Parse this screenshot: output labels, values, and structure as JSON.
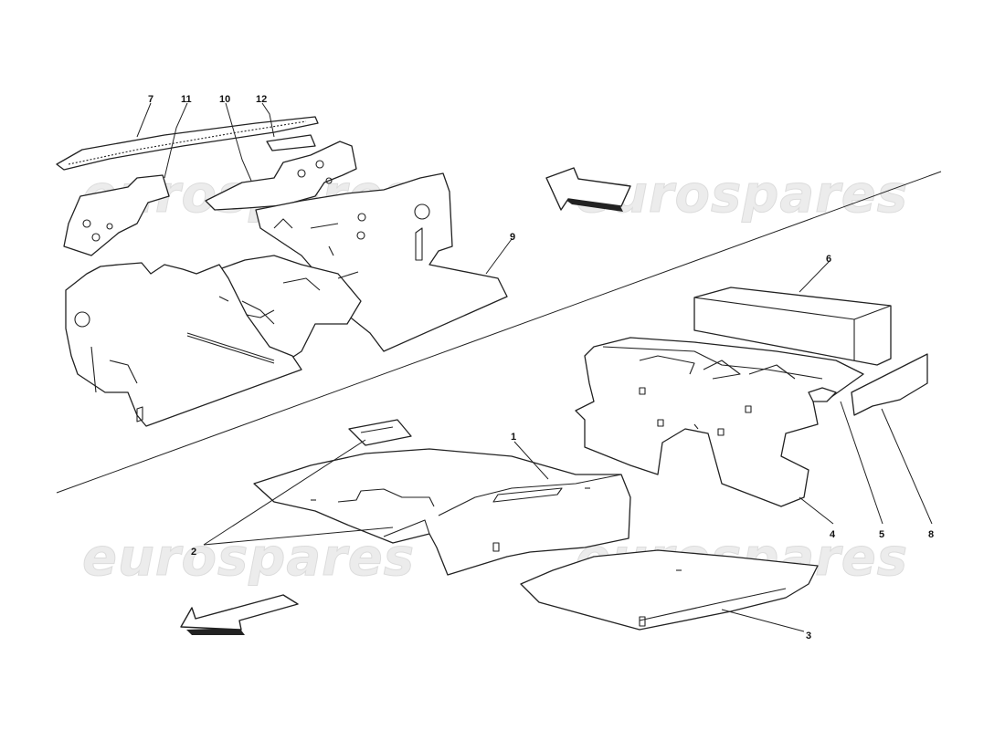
{
  "watermarks": [
    "eurospares",
    "eurospares",
    "eurospares"
  ],
  "callouts": {
    "c1": "1",
    "c2": "2",
    "c3": "3",
    "c4": "4",
    "c5": "5",
    "c6": "6",
    "c7": "7",
    "c8": "8",
    "c9": "9",
    "c10": "10",
    "c11": "11",
    "c12": "12"
  },
  "arrows": [
    "front-direction-arrow-top",
    "front-direction-arrow-bottom"
  ]
}
